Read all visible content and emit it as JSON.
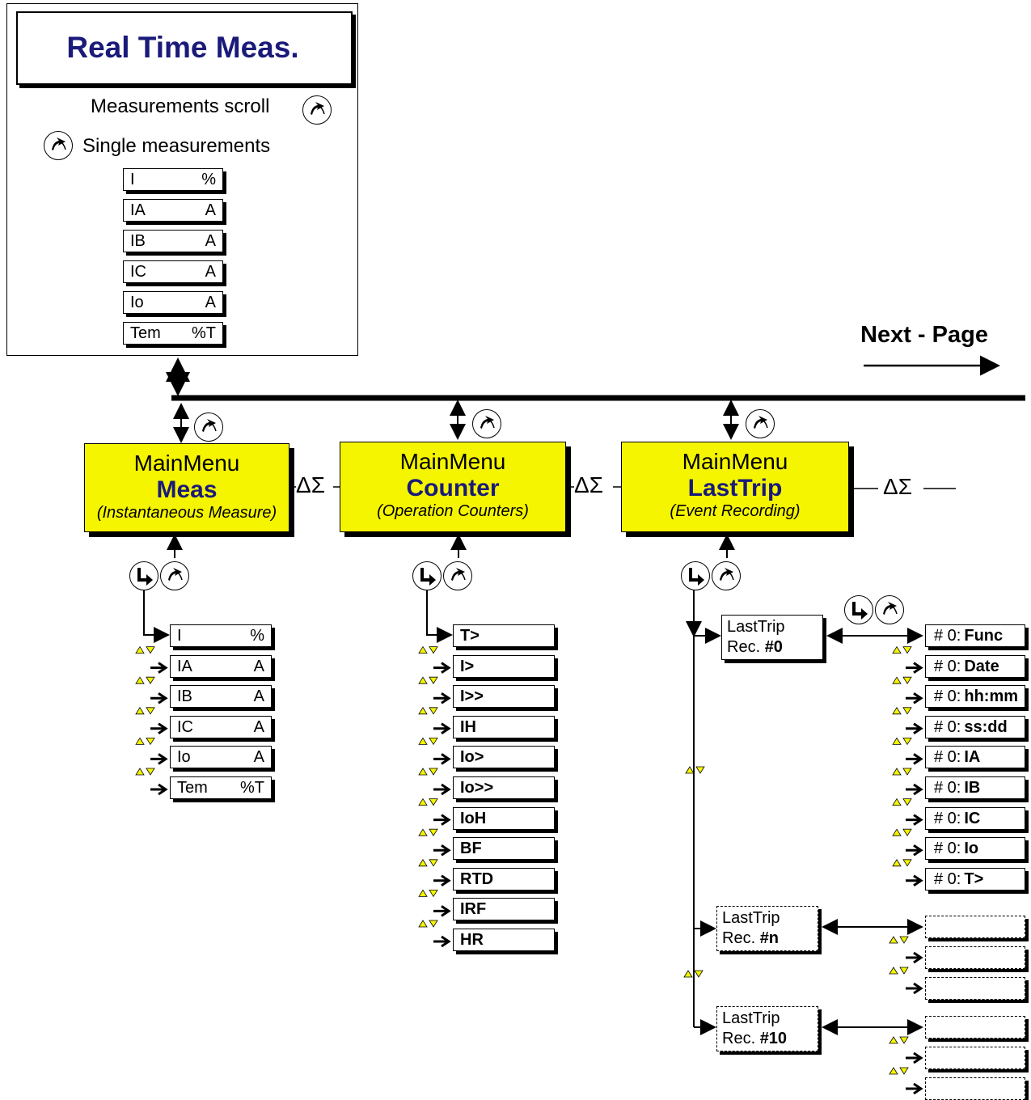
{
  "realtime": {
    "title": "Real Time Meas.",
    "scroll_label": "Measurements scroll",
    "single_label": "Single measurements",
    "rows": [
      {
        "name": "I",
        "unit": "%"
      },
      {
        "name": "IA",
        "unit": "A"
      },
      {
        "name": "IB",
        "unit": "A"
      },
      {
        "name": "IC",
        "unit": "A"
      },
      {
        "name": "Io",
        "unit": "A"
      },
      {
        "name": "Tem",
        "unit": "%T"
      }
    ]
  },
  "next_page": "Next - Page",
  "nav_symbol": "ΔΣ",
  "menus": [
    {
      "line1": "MainMenu",
      "line2": "Meas",
      "line3": "(Instantaneous Measure)"
    },
    {
      "line1": "MainMenu",
      "line2": "Counter",
      "line3": "(Operation Counters)"
    },
    {
      "line1": "MainMenu",
      "line2": "LastTrip",
      "line3": "(Event Recording)"
    }
  ],
  "meas_items": [
    {
      "name": "I",
      "unit": "%"
    },
    {
      "name": "IA",
      "unit": "A"
    },
    {
      "name": "IB",
      "unit": "A"
    },
    {
      "name": "IC",
      "unit": "A"
    },
    {
      "name": "Io",
      "unit": "A"
    },
    {
      "name": "Tem",
      "unit": "%T"
    }
  ],
  "counter_items": [
    "T>",
    "I>",
    "I>>",
    "IH",
    "Io>",
    "Io>>",
    "IoH",
    "BF",
    "RTD",
    "IRF",
    "HR"
  ],
  "records": [
    {
      "line1": "LastTrip",
      "line2_prefix": "Rec. ",
      "line2_bold": "#0"
    },
    {
      "line1": "LastTrip",
      "line2_prefix": "Rec. ",
      "line2_bold": "#n"
    },
    {
      "line1": "LastTrip",
      "line2_prefix": "Rec. ",
      "line2_bold": "#10"
    }
  ],
  "record_fields": [
    {
      "prefix": "# 0:",
      "value": "Func"
    },
    {
      "prefix": "# 0:",
      "value": "Date"
    },
    {
      "prefix": "# 0:",
      "value": "hh:mm"
    },
    {
      "prefix": "# 0:",
      "value": "ss:dd"
    },
    {
      "prefix": "# 0:",
      "value": "IA"
    },
    {
      "prefix": "# 0:",
      "value": "IB"
    },
    {
      "prefix": "# 0:",
      "value": "IC"
    },
    {
      "prefix": "# 0:",
      "value": "Io"
    },
    {
      "prefix": "# 0:",
      "value": "T>"
    }
  ],
  "colors": {
    "menu_fill": "#f5f500",
    "title_blue": "#1a1a7a",
    "arrow_yellow": "#f5f500"
  }
}
